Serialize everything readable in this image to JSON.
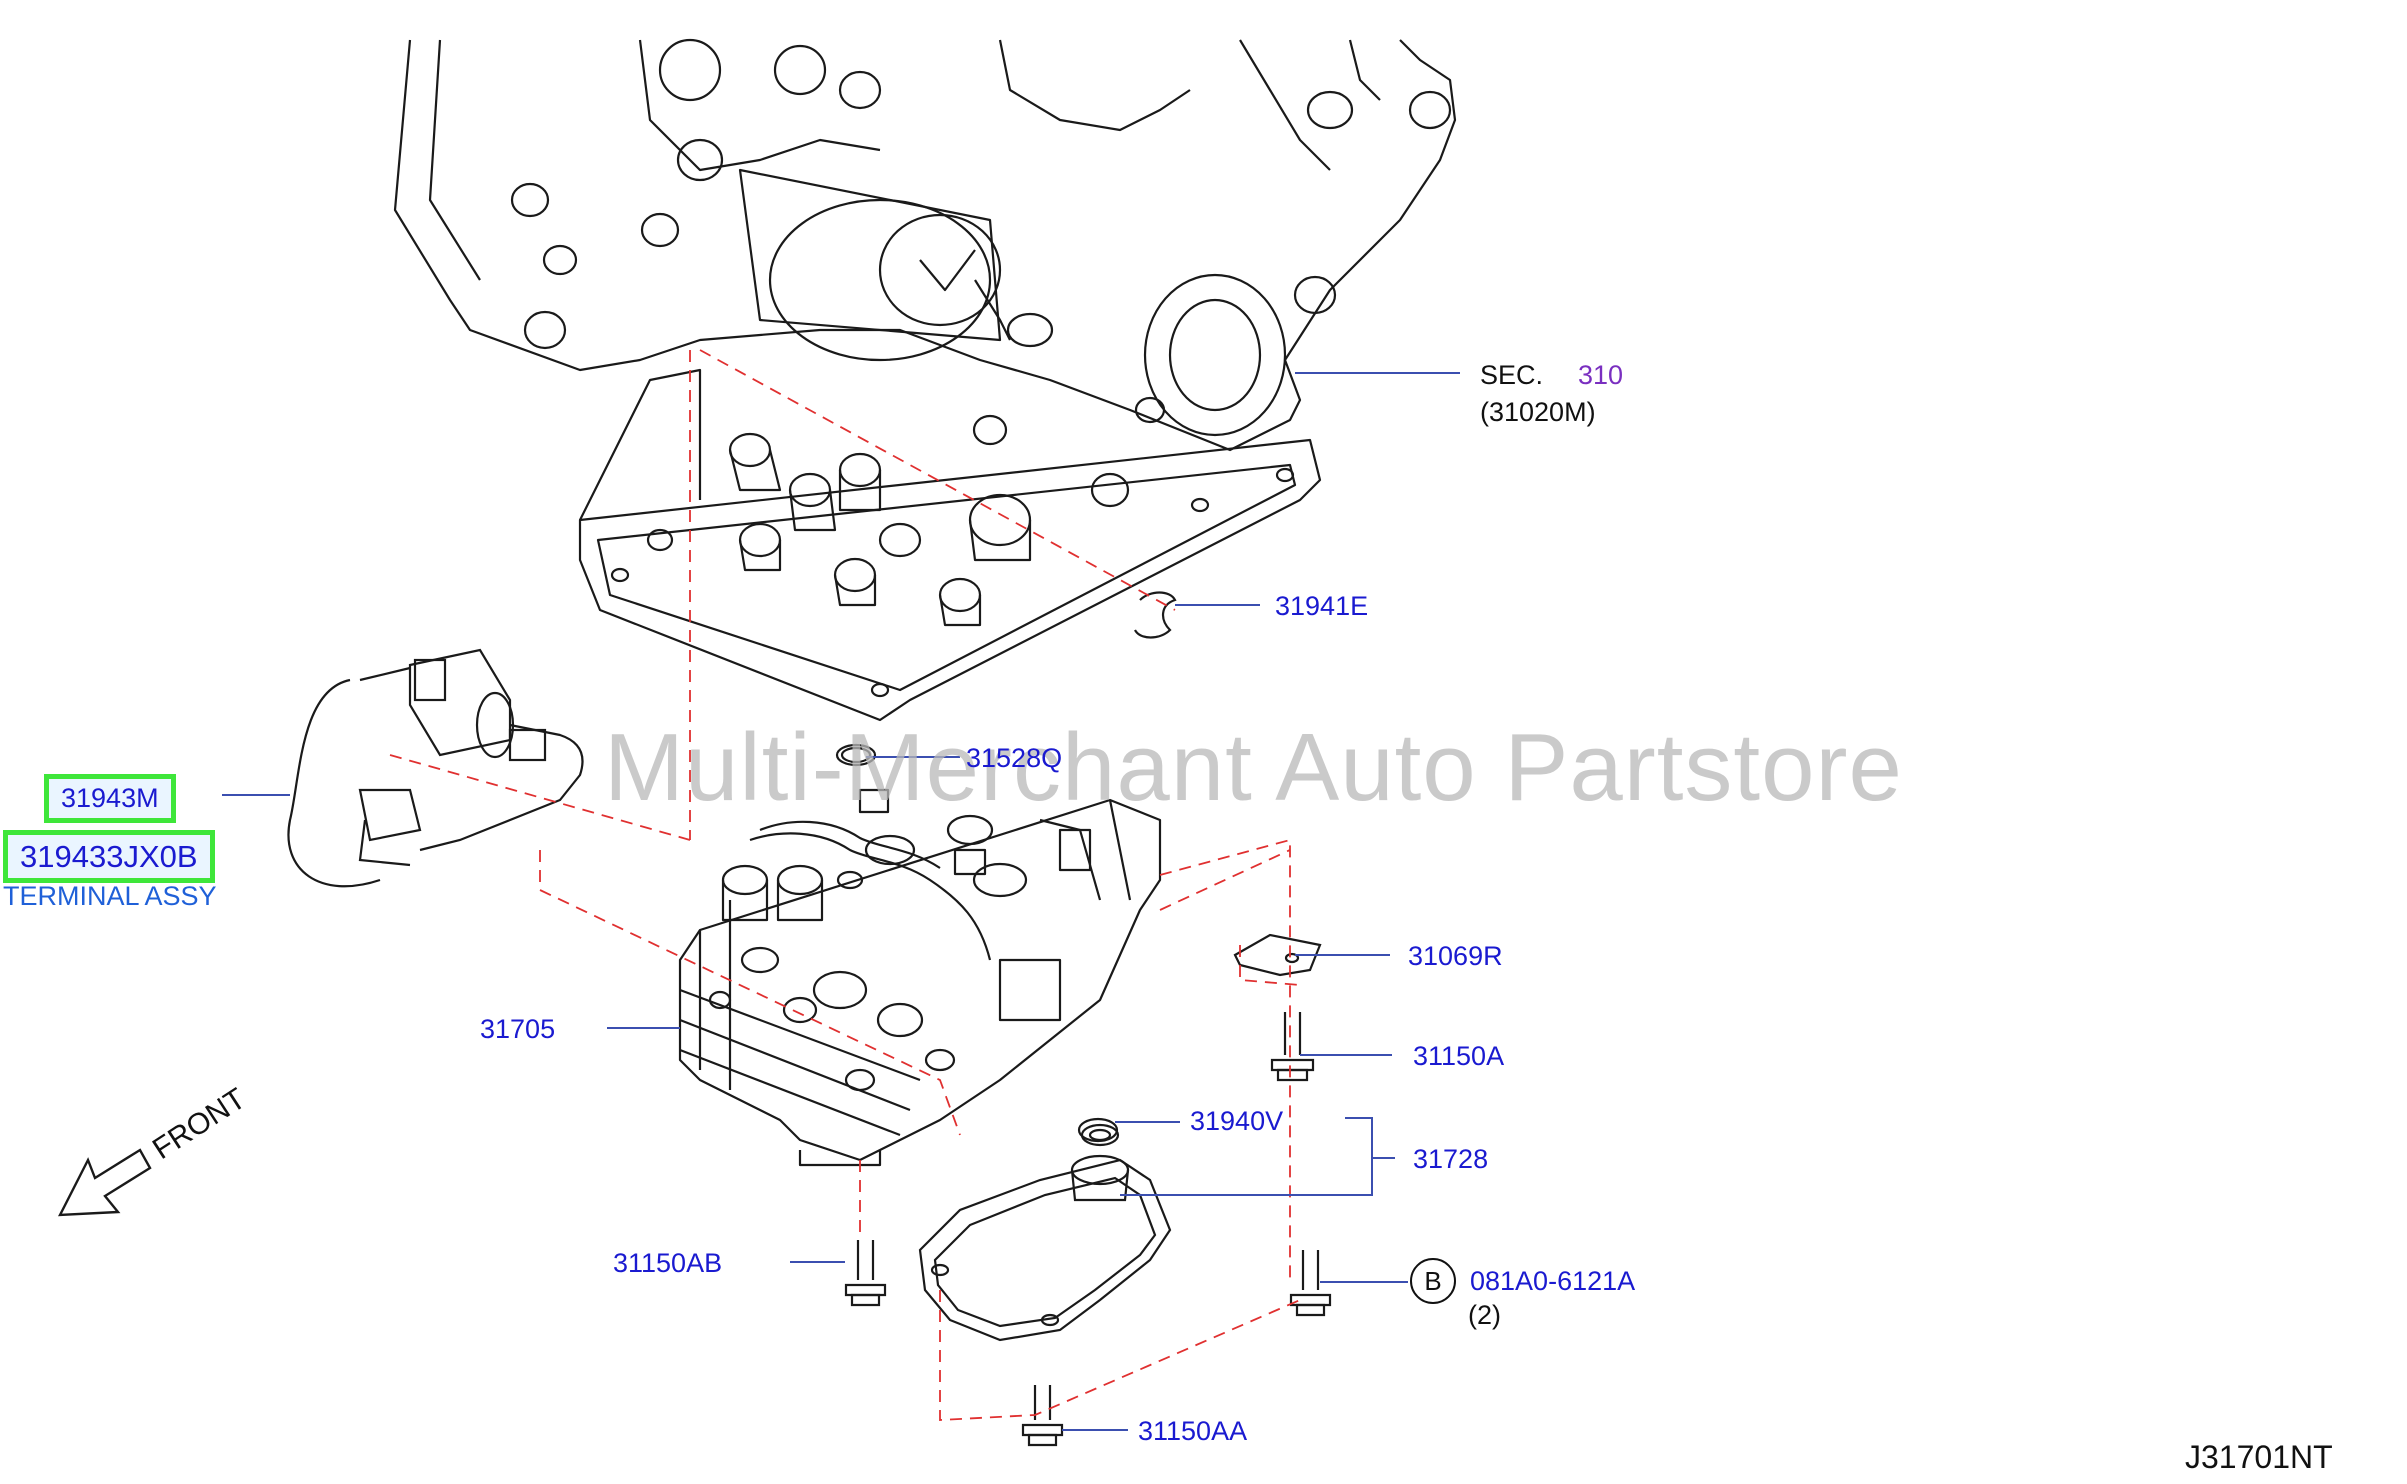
{
  "diagram_code": "J31701NT",
  "watermark": "Multi-Merchant Auto Partstore",
  "front_label": "FRONT",
  "callout_letter": "B",
  "labels": {
    "sec_prefix": "SEC.",
    "sec_number": "310",
    "sec_ref": "(31020M)",
    "p31941E": "31941E",
    "p31528Q": "31528Q",
    "p31943M": "31943M",
    "p319433JX0B": "319433JX0B",
    "terminal_assy": "TERMINAL ASSY",
    "p31069R": "31069R",
    "p31705": "31705",
    "p31150A": "31150A",
    "p31940V": "31940V",
    "p31728": "31728",
    "p31150AB": "31150AB",
    "p081A0": "081A0-6121A",
    "qty2": "(2)",
    "p31150AA": "31150AA"
  },
  "colors": {
    "part_text": "#1a1ad0",
    "leader": "#3b4fb0",
    "dash": "#e03030",
    "highlight_border": "#3ee63a",
    "highlight_fill": "#eaf5ff",
    "sec_number": "#7a2fc0"
  }
}
